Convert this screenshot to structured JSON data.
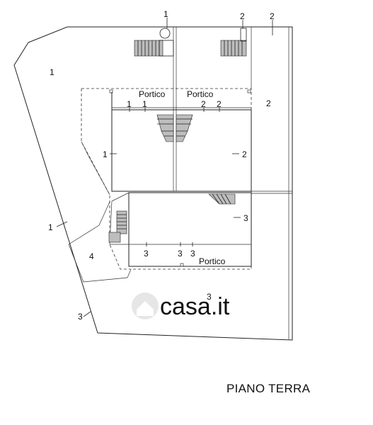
{
  "caption": "PIANO TERRA",
  "watermark": "casa.it",
  "labels": {
    "l1_top": "1",
    "l2_top_a": "2",
    "l2_top_b": "2",
    "l1_left_area": "1",
    "portico_a": "Portico",
    "portico_b": "Portico",
    "l1_p1": "1",
    "l1_p2": "1",
    "l2_p1": "2",
    "l2_p2": "2",
    "l2_right": "2",
    "l1_room": "1",
    "l2_room": "2",
    "l3_right": "3",
    "l1_left_edge": "1",
    "l4": "4",
    "l3_b1": "3",
    "l3_b2": "3",
    "l3_b3": "3",
    "portico_c": "Portico",
    "l3_yard": "3",
    "l3_corner": "3"
  },
  "colors": {
    "line": "#222222",
    "stair_fill": "#bdbdbd",
    "watermark": "#e6e6e6"
  }
}
